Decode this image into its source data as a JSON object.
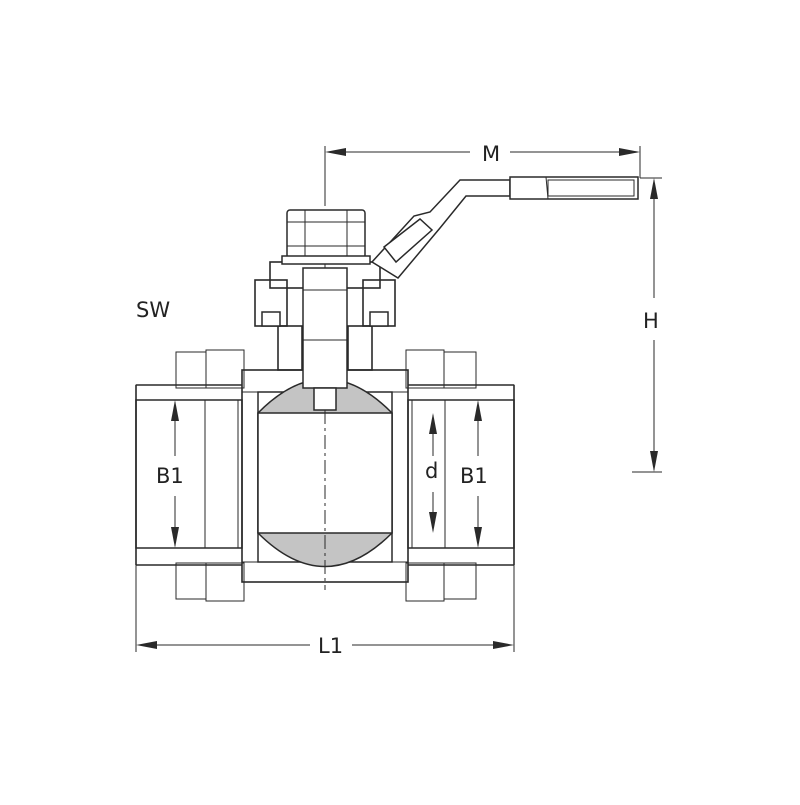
{
  "labels": {
    "M": "M",
    "H": "H",
    "SW": "SW",
    "B1_left": "B1",
    "d": "d",
    "B1_right": "B1",
    "L1": "L1"
  }
}
